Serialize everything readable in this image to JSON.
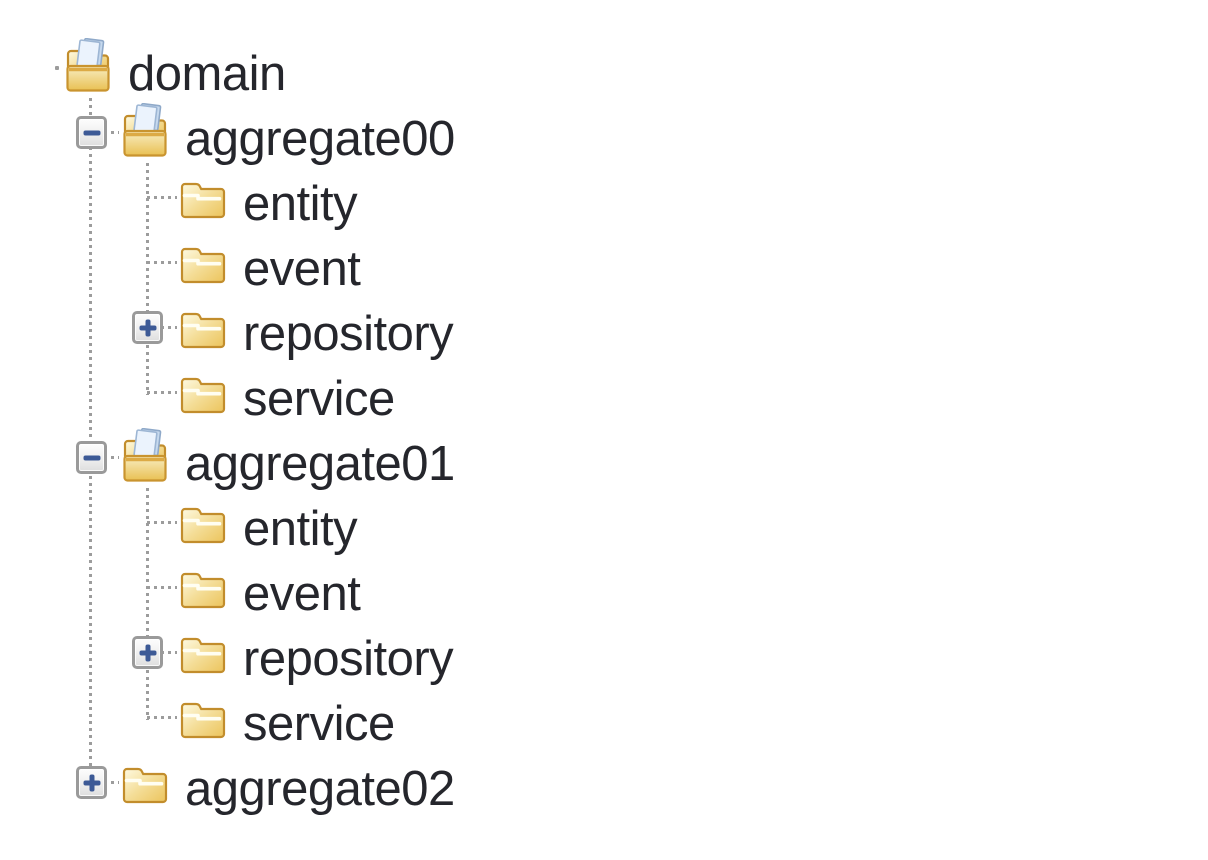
{
  "window": {
    "background": "#ffffff",
    "description": "folder tree view"
  },
  "colors": {
    "label_text": "#25262c",
    "connector_dots": "#9c9c9c",
    "toggle_border": "#9a9a9a",
    "toggle_glyph": "#3d5a96",
    "folder_border": "#c28d2c",
    "folder_light": "#fefae2",
    "folder_gold": "#ecc45c",
    "page_fill": "#ebf3fd",
    "page_border": "#9db6d4"
  },
  "tree": {
    "nodes": [
      {
        "label": "domain",
        "level": 0,
        "icon": "folder-open-icon",
        "toggle": null,
        "expanded": true
      },
      {
        "label": "aggregate00",
        "level": 1,
        "icon": "folder-open-icon",
        "toggle": "minus",
        "expanded": true
      },
      {
        "label": "entity",
        "level": 2,
        "icon": "folder-closed-icon",
        "toggle": null
      },
      {
        "label": "event",
        "level": 2,
        "icon": "folder-closed-icon",
        "toggle": null
      },
      {
        "label": "repository",
        "level": 2,
        "icon": "folder-closed-icon",
        "toggle": "plus"
      },
      {
        "label": "service",
        "level": 2,
        "icon": "folder-closed-icon",
        "toggle": null
      },
      {
        "label": "aggregate01",
        "level": 1,
        "icon": "folder-open-icon",
        "toggle": "minus",
        "expanded": true
      },
      {
        "label": "entity",
        "level": 2,
        "icon": "folder-closed-icon",
        "toggle": null
      },
      {
        "label": "event",
        "level": 2,
        "icon": "folder-closed-icon",
        "toggle": null
      },
      {
        "label": "repository",
        "level": 2,
        "icon": "folder-closed-icon",
        "toggle": "plus"
      },
      {
        "label": "service",
        "level": 2,
        "icon": "folder-closed-icon",
        "toggle": null
      },
      {
        "label": "aggregate02",
        "level": 1,
        "icon": "folder-closed-icon",
        "toggle": "plus"
      }
    ]
  }
}
